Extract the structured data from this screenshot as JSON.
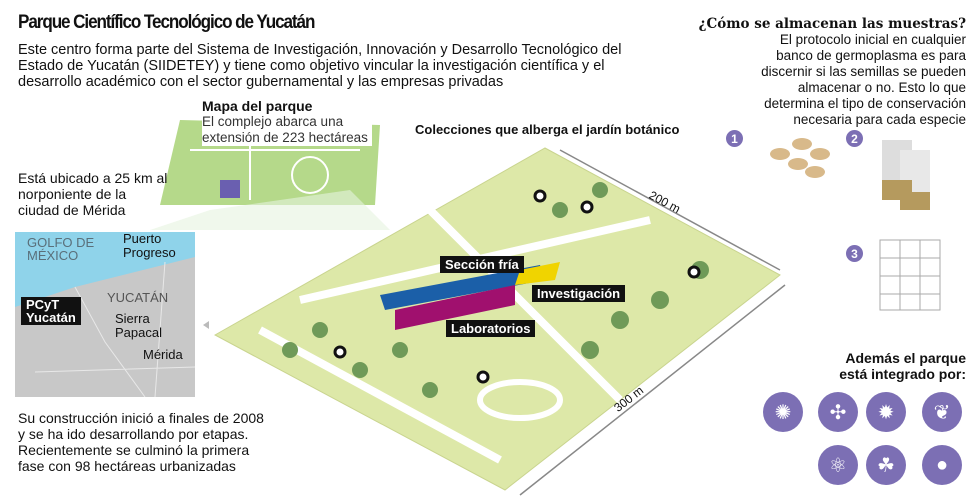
{
  "title": "Parque Científico Tecnológico de Yucatán",
  "intro": "Este centro forma parte del Sistema de Investigación, Innovación y Desarrollo Tecnológico del Estado de Yucatán (SIIDETEY)  y tiene como objetivo vincular la investigación científica y el desarrollo académico con el sector gubernamental y las empresas privadas",
  "park_map": {
    "heading": "Mapa del parque",
    "text": "El complejo abarca una extensión de 223 hectáreas"
  },
  "location": {
    "text": "Está ubicado a 25 km al norponiente de la ciudad de Mérida",
    "gulf": "GOLFO DE MÉXICO",
    "port": "Puerto Progreso",
    "state": "YUCATÁN",
    "pcyt": "PCyT Yucatán",
    "sierra": "Sierra Papacal",
    "merida": "Mérida"
  },
  "construction": "Su construcción inició a finales de 2008  y se ha ido desarrollando por etapas. Recientemente se culminó la primera fase con 98 hectáreas urbanizadas",
  "garden": {
    "heading": "Colecciones que alberga el jardín botánico",
    "width": "200 m",
    "length": "300 m",
    "labels": {
      "cold": "Sección fría",
      "research": "Investigación",
      "labs": "Laboratorios"
    }
  },
  "storage": {
    "heading": "¿Cómo se almacenan las muestras?",
    "text": "El protocolo inicial en cualquier banco de germoplasma es para discernir si las semillas se pueden almacenar o no. Esto lo que determina el tipo de conservación necesaria para cada especie",
    "steps": [
      "1",
      "2",
      "3"
    ]
  },
  "integrated": {
    "heading": "Además el parque está integrado por:",
    "icons": [
      "microorganism-icon",
      "wind-turbine-icon",
      "virus-icon",
      "chili-pepper-icon",
      "molecule-icon",
      "palm-island-icon",
      "apple-icon"
    ]
  },
  "colors": {
    "accent": "#7c6fb4",
    "green": "#dde8a8",
    "sea": "#8fd3ea",
    "blue": "#1b5fa8",
    "magenta": "#a0106e",
    "yellow": "#f0d400"
  }
}
